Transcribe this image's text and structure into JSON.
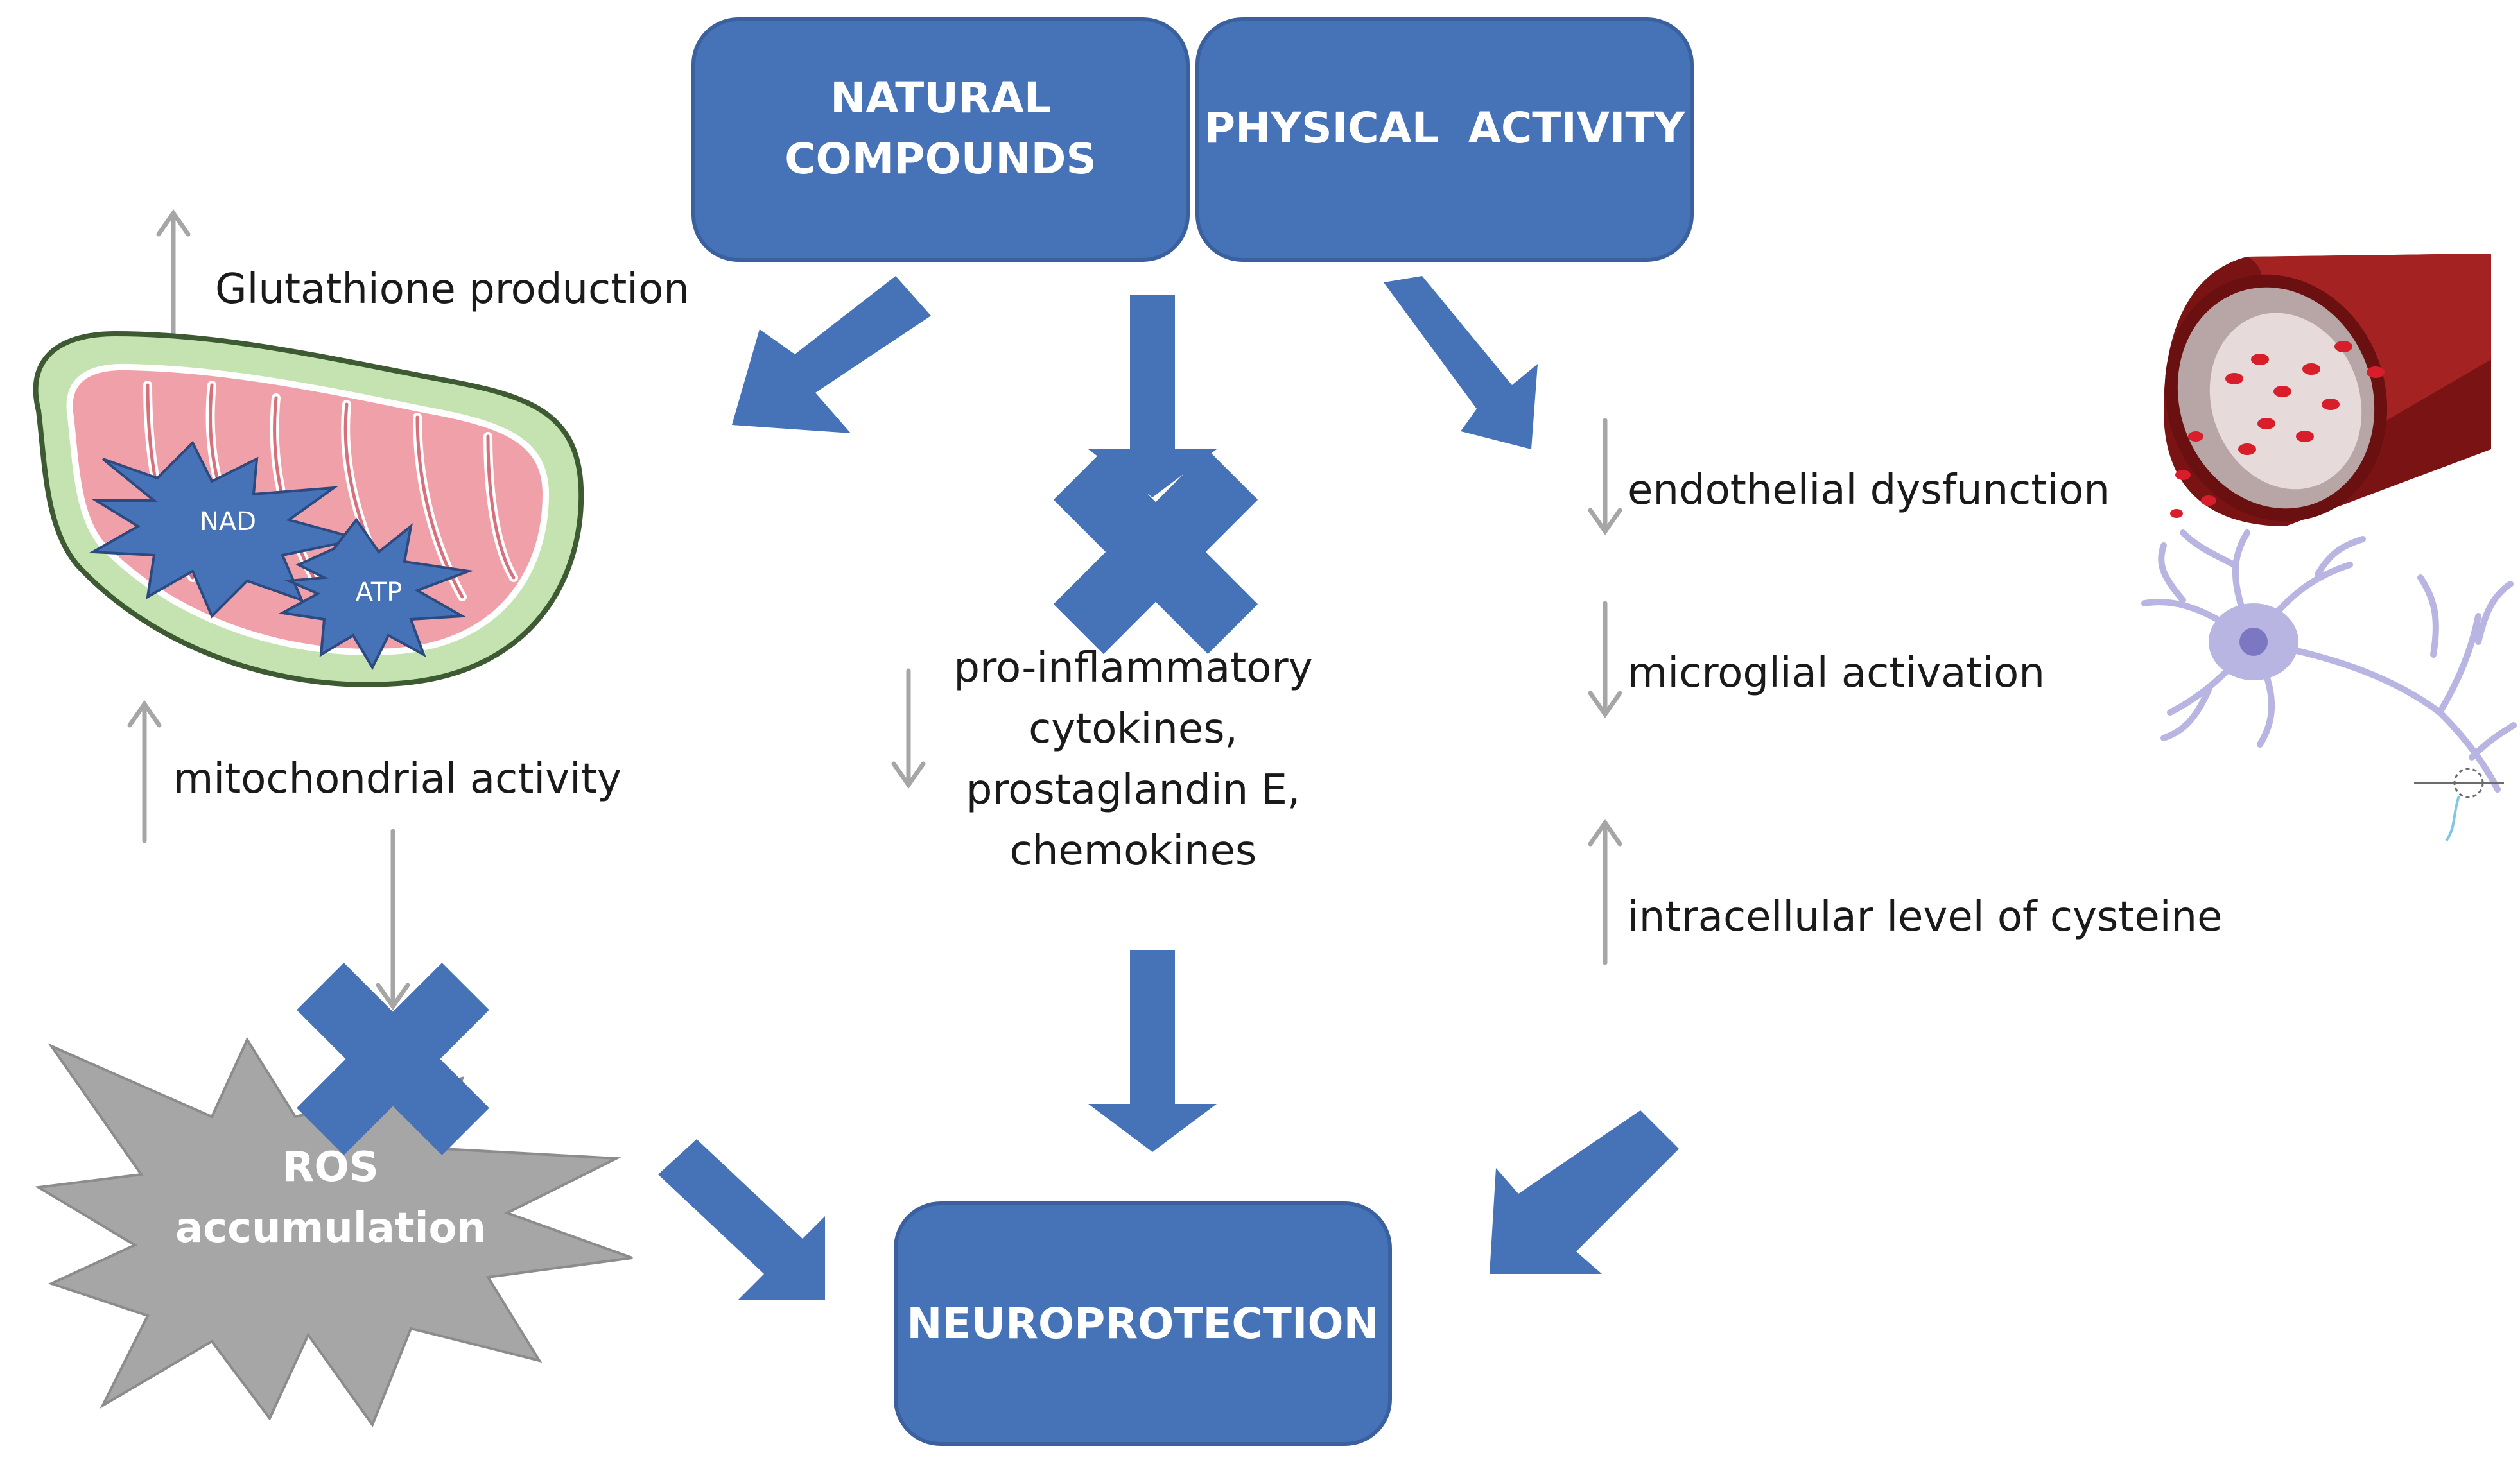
{
  "boxes": {
    "natural_compounds": [
      "NATURAL",
      "COMPOUNDS"
    ],
    "physical_activity": "PHYSICAL  ACTIVITY",
    "neuroprotection": "NEUROPROTECTION"
  },
  "left": {
    "glutathione": "Glutathione production",
    "mitochondrial": "mitochondrial activity",
    "nad": "NAD",
    "atp": "ATP",
    "ros": [
      "ROS",
      "accumulation"
    ]
  },
  "center": {
    "inflammation": [
      "pro-inflammatory",
      "cytokines,",
      "prostaglandin E,",
      "chemokines"
    ]
  },
  "right": {
    "endothelial": "endothelial dysfunction",
    "microglial": "microglial activation",
    "cysteine": "intracellular level of cysteine"
  },
  "colors": {
    "box_blue": "#4672B8",
    "box_border": "#3A609E",
    "arrow_gray": "#A6A6A6",
    "ros_gray": "#A6A6A6",
    "mito_green": "#C4E3B0",
    "mito_pink": "#F0A0A8",
    "vessel_red": "#8E1B1B",
    "neuron_purple": "#B9B5E3"
  }
}
